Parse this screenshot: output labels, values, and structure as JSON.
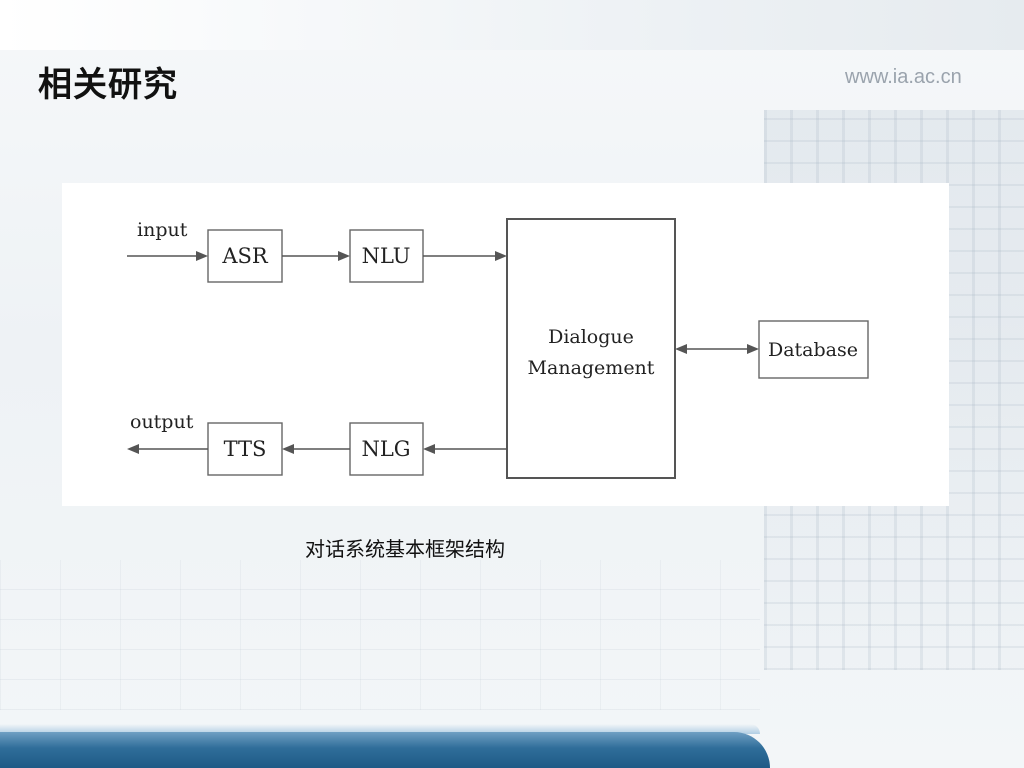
{
  "slide": {
    "title": "相关研究",
    "site_url": "www.ia.ac.cn",
    "caption": "对话系统基本框架结构"
  },
  "diagram": {
    "input_label": "input",
    "output_label": "output",
    "nodes": {
      "asr": "ASR",
      "nlu": "NLU",
      "dm_line1": "Dialogue",
      "dm_line2": "Management",
      "database": "Database",
      "tts": "TTS",
      "nlg": "NLG"
    },
    "edges": [
      {
        "from": "input",
        "to": "ASR"
      },
      {
        "from": "ASR",
        "to": "NLU"
      },
      {
        "from": "NLU",
        "to": "Dialogue Management"
      },
      {
        "from": "Dialogue Management",
        "to": "Database",
        "bidirectional": true
      },
      {
        "from": "Dialogue Management",
        "to": "NLG"
      },
      {
        "from": "NLG",
        "to": "TTS"
      },
      {
        "from": "TTS",
        "to": "output"
      }
    ]
  }
}
